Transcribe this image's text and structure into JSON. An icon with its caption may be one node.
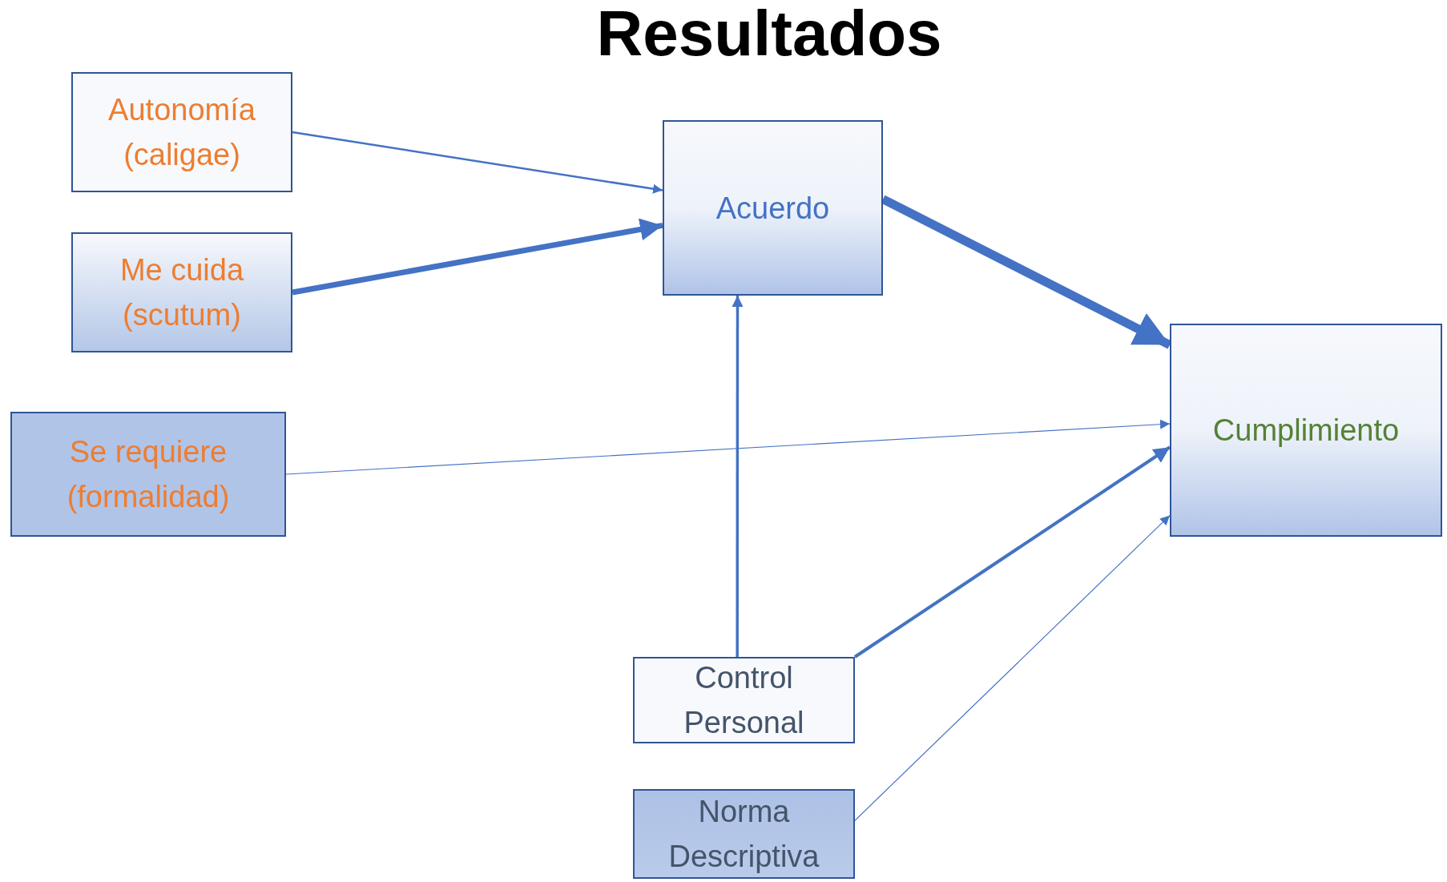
{
  "diagram": {
    "title": "Resultados",
    "nodes": [
      {
        "text": [
          "Autonomía (caligae)"
        ]
      },
      {
        "text": [
          "Me cuida (scutum)"
        ]
      },
      {
        "text": [
          "Se requiere (formalidad)"
        ]
      },
      {
        "text": [
          "Acuerdo"
        ]
      },
      {
        "text": [
          "Cumplimiento"
        ]
      },
      {
        "text": [
          "Control Personal"
        ]
      },
      {
        "text": [
          "Norma Descriptiva"
        ]
      }
    ],
    "edges": [
      {
        "from": 0,
        "to": 3,
        "arrow": "to"
      },
      {
        "from": 1,
        "to": 3,
        "arrow": "to",
        "style": "thick"
      },
      {
        "from": 2,
        "to": 4,
        "arrow": "to"
      },
      {
        "from": 3,
        "to": 4,
        "arrow": "to",
        "style": "thick"
      },
      {
        "from": 5,
        "to": 3,
        "arrow": "to"
      },
      {
        "from": 5,
        "to": 4,
        "arrow": "to"
      },
      {
        "from": 6,
        "to": 4,
        "arrow": "to"
      }
    ]
  }
}
